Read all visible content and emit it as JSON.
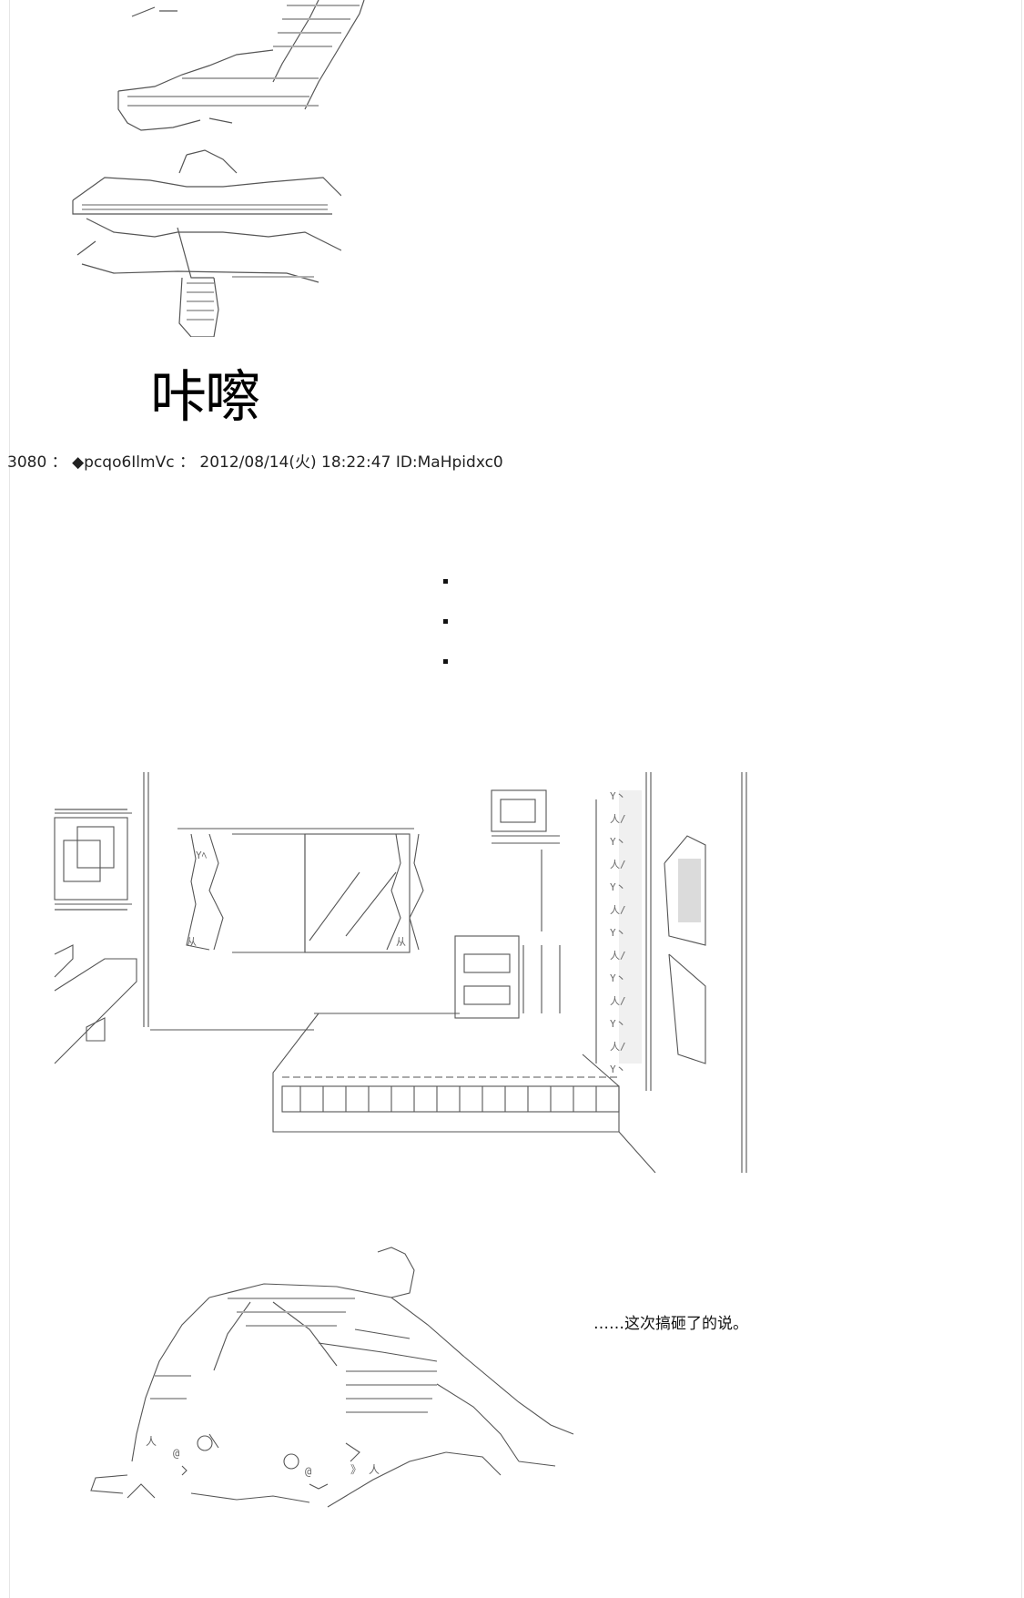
{
  "sfx": {
    "text": "咔嚓"
  },
  "post": {
    "number": "3080",
    "separator": "：",
    "author": "◆pcqo6IlmVc",
    "separator2": "：",
    "date": "2012/08/14(火)",
    "time": "18:22:47",
    "id": "ID:MaHpidxc0"
  },
  "ellipsis": {
    "dots": [
      ".",
      ".",
      "."
    ]
  },
  "dialogue": {
    "line": "……这次搞砸了的说。"
  }
}
